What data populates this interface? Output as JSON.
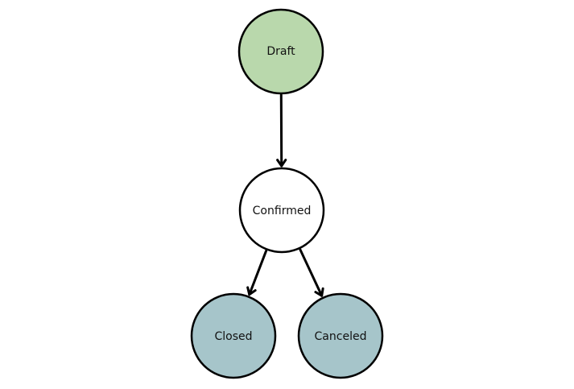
{
  "diagram": {
    "nodes": [
      {
        "id": "draft",
        "label": "Draft",
        "color": "#b9d8ac"
      },
      {
        "id": "confirmed",
        "label": "Confirmed",
        "color": "#ffffff"
      },
      {
        "id": "closed",
        "label": "Closed",
        "color": "#a6c5ca"
      },
      {
        "id": "canceled",
        "label": "Canceled",
        "color": "#a6c5ca"
      }
    ],
    "edges": [
      {
        "from": "draft",
        "to": "confirmed"
      },
      {
        "from": "confirmed",
        "to": "closed"
      },
      {
        "from": "confirmed",
        "to": "canceled"
      }
    ]
  }
}
